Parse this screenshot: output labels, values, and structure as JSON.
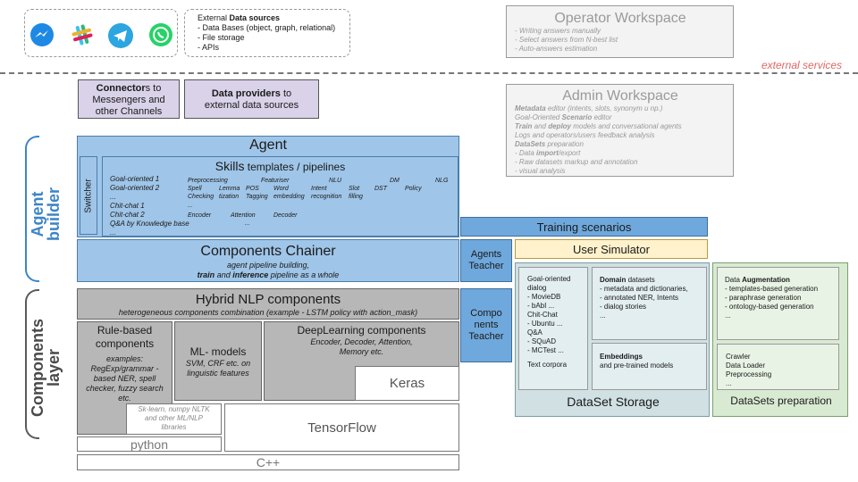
{
  "top_sources": {
    "title_prefix": "External ",
    "title_bold": "Data sources",
    "items": [
      "- Data Bases (object, graph, relational)",
      "- File storage",
      "- APIs"
    ]
  },
  "messenger_icons": [
    "messenger-icon",
    "slack-icon",
    "telegram-icon",
    "whatsapp-icon"
  ],
  "operator_workspace": {
    "title": "Operator Workspace",
    "lines": [
      "- Writing answers manually",
      "- Select answers from N-best list",
      "- Auto-answers estimation"
    ]
  },
  "external_services_label": "external services",
  "connectors": {
    "bold": "Connector",
    "rest1": "s to",
    "rest2": "Messengers and",
    "rest3": "other Channels"
  },
  "data_providers": {
    "bold": "Data providers",
    "rest1": " to",
    "rest2": "external data sources"
  },
  "admin_workspace": {
    "title": "Admin Workspace",
    "lines": [
      {
        "b": "Metadata",
        "t": " editor (intents, slots, synonym u np.)"
      },
      {
        "b": "",
        "t": "Goal-Oriented "
      },
      {
        "b": "Train",
        "t": " and "
      },
      {
        "b": "",
        "t": "Logs and operators/users feedback analysis"
      },
      {
        "b": "DataSets",
        "t": " preparation"
      },
      {
        "b": "",
        "t": "- Data "
      },
      {
        "b": "",
        "t": "- Raw datasets markup and annotation"
      },
      {
        "b": "",
        "t": "- visual analysis"
      }
    ],
    "l2_bold": "Scenario",
    "l2_tail": " editor",
    "l3_bold2": "deploy",
    "l3_tail": " models and conversational agents",
    "l6_bold": "import",
    "l6_tail": "/export"
  },
  "agent_builder_label": "Agent builder",
  "components_layer_label": "Components layer",
  "agent": {
    "title": "Agent",
    "switcher": "Switcher"
  },
  "skills": {
    "title_main": "Skills",
    "title_rest": " templates / pipelines",
    "goal": [
      "Goal-oriented 1",
      "Goal-oriented 2"
    ],
    "chit": [
      "Chit-chat 1",
      "Chit-chat 2",
      "Q&A by Knowledge base",
      "..."
    ],
    "ellipsis": "...",
    "pipeline": {
      "preprocessing": "Preprocessing",
      "featuriser": "Featuriser",
      "nlu": "NLU",
      "dm": "DM",
      "nlg": "NLG",
      "spell_checking": "Spell Checking",
      "lemmatization": "Lemma tization",
      "pos_tagging": "POS Tagging",
      "word_embedding": "Word embedding",
      "intent_recognition": "Intent recognition",
      "slot_filling": "Slot filling",
      "dst": "DST",
      "policy": "Policy",
      "encoder": "Encoder",
      "attention": "Attention",
      "decoder": "Decoder",
      "dots": "..."
    }
  },
  "chainer": {
    "title": "Components Chainer",
    "line1": "agent pipeline building,",
    "train": "train",
    "and": " and ",
    "inference": "inference",
    "tail": " pipeline as a whole"
  },
  "training_scenarios": "Training scenarios",
  "agents_teacher": "Agents Teacher",
  "user_simulator": "User Simulator",
  "components_teacher": "Compo nents Teacher",
  "hybrid": {
    "title": "Hybrid NLP components",
    "subtitle": "heterogeneous components combination (example - LSTM policy with action_mask)"
  },
  "rule_based": {
    "title": "Rule-based components",
    "examples": "examples: RegExp/grammar - based NER, spell checker, fuzzy search etc."
  },
  "ml_models": {
    "title": "ML- models",
    "desc": "SVM, CRF etc. on linguistic features"
  },
  "deep_learning": {
    "title": "DeepLearning components",
    "desc": "Encoder, Decoder, Attention, Memory etc."
  },
  "keras": "Keras",
  "sklearn": "Sk-learn, numpy NLTK and other ML/NLP libraries",
  "tensorflow": "TensorFlow",
  "python": "python",
  "cpp": "C++",
  "dataset_storage": {
    "title": "DataSet Storage",
    "corpora": [
      "Goal-oriented dialog",
      "- MovieDB",
      "- bAbI ...",
      "Chit-Chat",
      "- Ubuntu ...",
      "Q&A",
      "- SQuAD",
      "- MCTest ...",
      "",
      "Text corpora"
    ],
    "domain_bold": "Domain",
    "domain_rest": " datasets",
    "domain_items": [
      "- metadata and dictionaries,",
      "- annotated NER, Intents",
      "- dialog stories",
      "..."
    ],
    "embeddings_bold": "Embeddings",
    "embeddings_rest": "and pre-trained models"
  },
  "datasets_prep": {
    "title": "DataSets preparation",
    "aug_prefix": "Data ",
    "aug_bold": "Augmentation",
    "aug_items": [
      "- templates-based generation",
      "- paraphrase generation",
      "- ontology-based generation",
      "..."
    ],
    "tools": [
      "Crawler",
      "Data Loader",
      "Preprocessing",
      "..."
    ]
  },
  "colors": {
    "agent_blue": "#9fc5e8",
    "teacher_blue": "#6fa8dc",
    "components_gray": "#b7b7b7",
    "lavender": "#d9d2e9",
    "user_sim_yellow": "#fff2cc",
    "storage_teal": "#d0e0e3",
    "prep_green": "#d9ead3",
    "external_red": "#e06666"
  }
}
